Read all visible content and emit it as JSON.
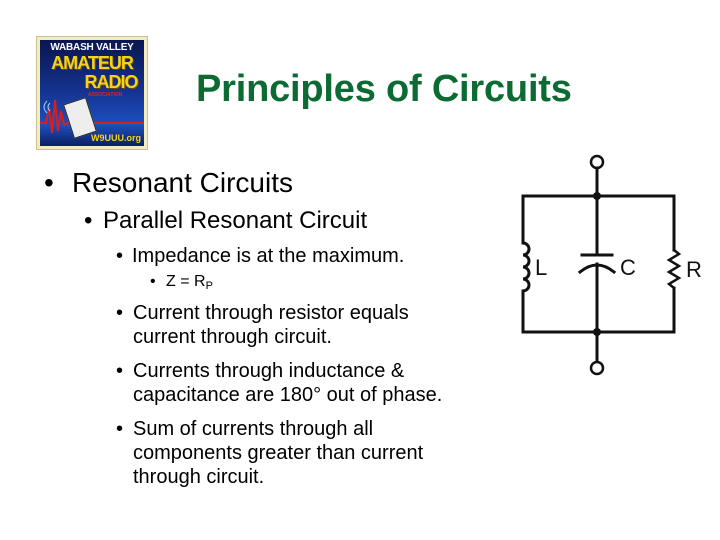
{
  "logo": {
    "line1": "WABASH VALLEY",
    "line2": "AMATEUR",
    "line3": "RADIO",
    "line4": "ASSOCIATION",
    "callsign": "W9UUU.org"
  },
  "slide": {
    "title": "Principles of Circuits",
    "bullets": [
      {
        "level": 1,
        "text": "Resonant Circuits"
      },
      {
        "level": 2,
        "text": "Parallel Resonant Circuit"
      },
      {
        "level": 3,
        "text": "Impedance is at the maximum."
      },
      {
        "level": 4,
        "text_main": "Z = R",
        "text_sub": "P"
      },
      {
        "level": 3,
        "lines": [
          "Current through resistor equals",
          "current through circuit."
        ]
      },
      {
        "level": 3,
        "lines": [
          "Currents through inductance &",
          "capacitance are 180° out of phase."
        ]
      },
      {
        "level": 3,
        "lines": [
          "Sum of currents through all",
          "components greater than current",
          "through circuit."
        ]
      }
    ],
    "bullet_glyph": "•"
  },
  "diagram": {
    "labels": {
      "inductor": "L",
      "capacitor": "C",
      "resistor": "R"
    },
    "colors": {
      "title": "#0b6b32",
      "text": "#000000",
      "wire": "#111111"
    }
  }
}
